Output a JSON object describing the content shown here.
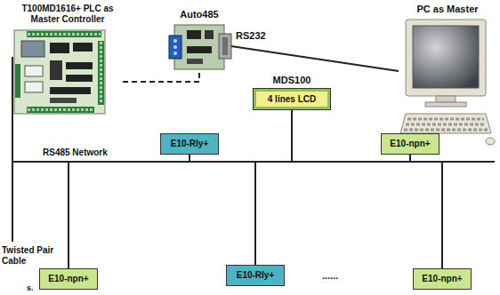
{
  "diagram": {
    "nodes": [
      {
        "text": [
          "T100MD1616+ PLC as Master Controller"
        ]
      },
      {
        "text": [
          "Auto485"
        ]
      },
      {
        "text": [
          "PC as Master"
        ]
      },
      {
        "text": [
          "MDS100",
          "4 lines LCD"
        ]
      },
      {
        "text": [
          "E10-Rly+"
        ]
      },
      {
        "text": [
          "E10-npn+"
        ]
      },
      {
        "text": [
          "E10-npn+"
        ]
      },
      {
        "text": [
          "E10-Rly+"
        ]
      },
      {
        "text": [
          "E10-npn+"
        ]
      }
    ],
    "edges": [
      {
        "from": 0,
        "to": 1,
        "arrow": "none"
      },
      {
        "from": 1,
        "to": 2,
        "label": "RS232",
        "arrow": "none"
      },
      {
        "from": 0,
        "to": 3,
        "arrow": "none"
      },
      {
        "from": 0,
        "to": 4,
        "arrow": "none"
      },
      {
        "from": 0,
        "to": 5,
        "arrow": "none"
      },
      {
        "from": 0,
        "to": 6,
        "arrow": "none"
      },
      {
        "from": 0,
        "to": 7,
        "arrow": "none"
      },
      {
        "from": 0,
        "to": 8,
        "arrow": "none"
      }
    ],
    "labels": [
      "RS485 Network",
      "Twisted Pair Cable",
      "......",
      "s."
    ]
  }
}
